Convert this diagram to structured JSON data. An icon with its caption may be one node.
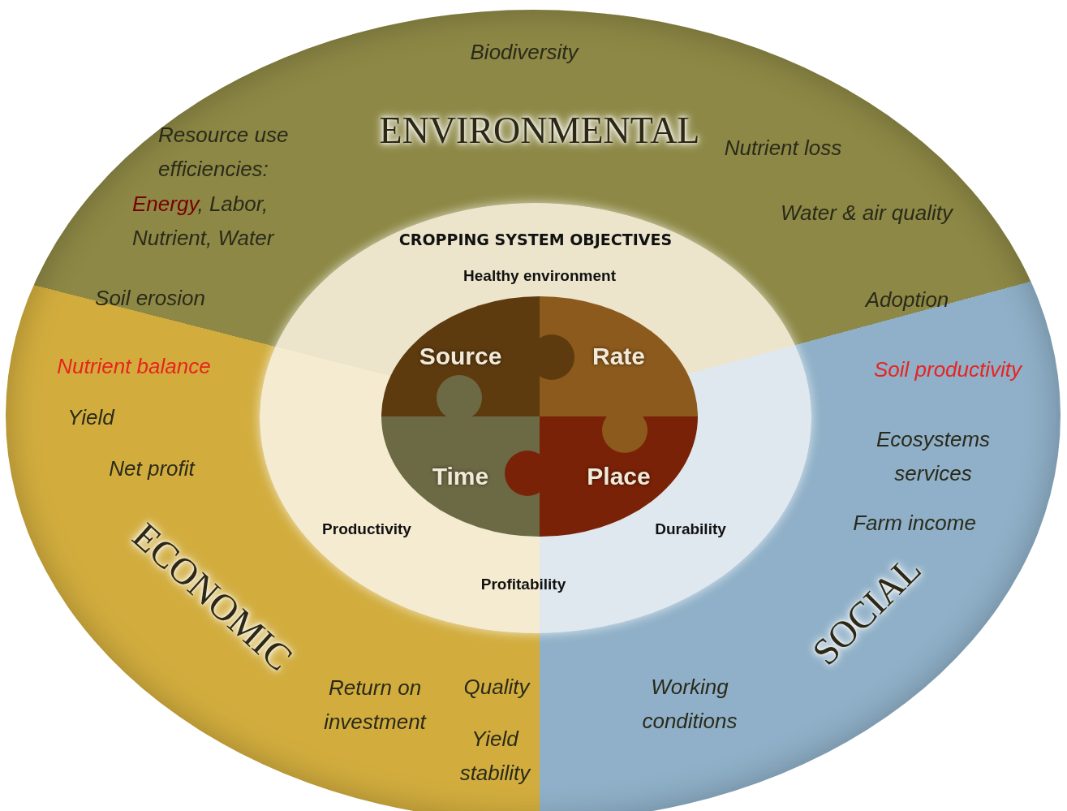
{
  "diagram": {
    "nodes": [
      {
        "text": [
          "ENVIRONMENTAL"
        ]
      },
      {
        "text": [
          "ECONOMIC"
        ]
      },
      {
        "text": [
          "SOCIAL"
        ]
      },
      {
        "text": [
          "CROPPING SYSTEM OBJECTIVES"
        ]
      },
      {
        "text": [
          "Source"
        ],
        "in": 3
      },
      {
        "text": [
          "Rate"
        ],
        "in": 3
      },
      {
        "text": [
          "Time"
        ],
        "in": 3
      },
      {
        "text": [
          "Place"
        ],
        "in": 3
      }
    ],
    "labels": [
      "Biodiversity",
      "Resource use efficiencies:",
      "Energy, Labor, Nutrient, Water",
      "Nutrient loss",
      "Water & air quality",
      "Soil erosion",
      "Adoption",
      "Nutrient balance",
      "Soil productivity",
      "Yield",
      "Ecosystems services",
      "Net profit",
      "Farm income",
      "Return on investment",
      "Quality",
      "Working conditions",
      "Yield stability",
      "Healthy environment",
      "Productivity",
      "Durability",
      "Profitability"
    ]
  }
}
